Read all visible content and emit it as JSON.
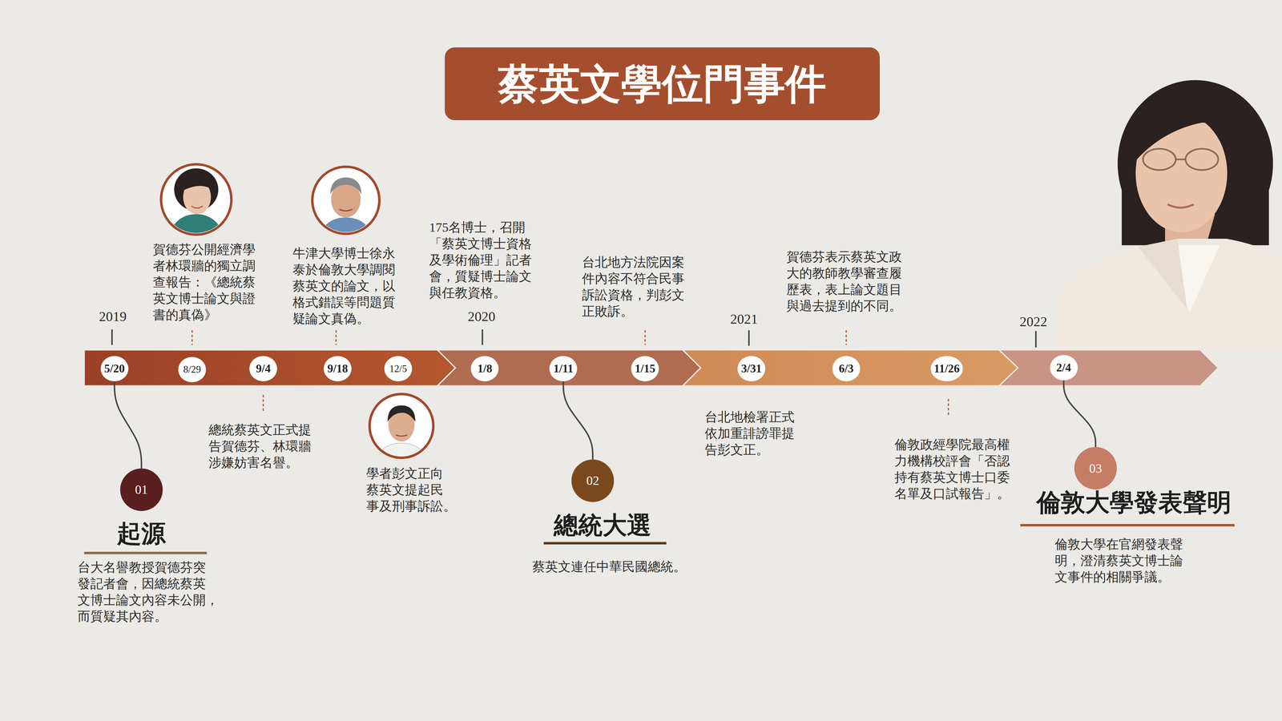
{
  "diagram": {
    "title": "蔡英文學位門事件",
    "nodes": [
      {
        "text": [
          "5/20"
        ]
      },
      {
        "text": [
          "8/29"
        ]
      },
      {
        "text": [
          "9/4"
        ]
      },
      {
        "text": [
          "9/18"
        ]
      },
      {
        "text": [
          "12/5"
        ]
      },
      {
        "text": [
          "1/8"
        ]
      },
      {
        "text": [
          "1/11"
        ]
      },
      {
        "text": [
          "1/15"
        ]
      },
      {
        "text": [
          "3/31"
        ]
      },
      {
        "text": [
          "6/3"
        ]
      },
      {
        "text": [
          "11/26"
        ]
      },
      {
        "text": [
          "2/4"
        ]
      },
      {
        "text": [
          "01"
        ]
      },
      {
        "text": [
          "02"
        ]
      },
      {
        "text": [
          "03"
        ]
      }
    ],
    "edges": [
      {
        "from": 0,
        "to": 12,
        "arrow": "none"
      },
      {
        "from": 6,
        "to": 13,
        "arrow": "none"
      },
      {
        "from": 11,
        "to": 14,
        "arrow": "none"
      }
    ],
    "labels": [
      "2019",
      "2020",
      "2021",
      "2022",
      "賀德芬公開經濟學 者林環牆的獨立調 查報告：《總統蔡 英文博士論文與證 書的真偽》",
      "總統蔡英文正式提 告賀德芬、林環牆 涉嫌妨害名譽。",
      "牛津大學博士徐永 泰於倫敦大學調閱 蔡英文的論文，以 格式錯誤等問題質 疑論文真偽。",
      "學者彭文正向 蔡英文提起民 事及刑事訴訟。",
      "175名博士，召開 「蔡英文博士資格 及學術倫理」記者 會，質疑博士論文 與任教資格。",
      "台北地方法院因案 件內容不符合民事 訴訟資格，判彭文 正敗訴。",
      "台北地檢署正式 依加重誹謗罪提 告彭文正。",
      "賀德芬表示蔡英文政 大的教師教學審查履 歷表，表上論文題目 與過去提到的不同。",
      "倫敦政經學院最高權 力機構校評會「否認 持有蔡英文博士口委 名單及口試報告」。",
      "起源",
      "台大名譽教授賀德芬突 發記者會，因總統蔡英 文博士論文內容未公開， 而質疑其內容。",
      "總統大選",
      "蔡英文連任中華民國總統。",
      "倫敦大學發表聲明",
      "倫敦大學在官網發表聲 明，澄清蔡英文博士論 文事件的相關爭議。"
    ]
  }
}
